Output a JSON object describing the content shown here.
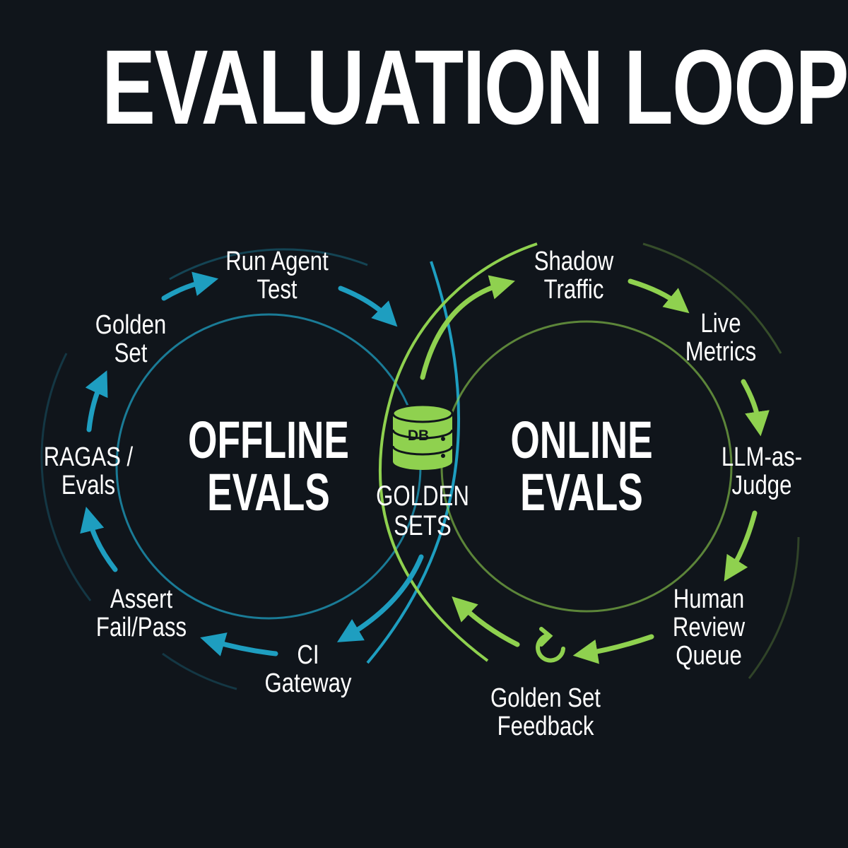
{
  "title": "EVALUATION LOOP",
  "offline": {
    "title_line1": "OFFLINE",
    "title_line2": "EVALS"
  },
  "online": {
    "title_line1": "ONLINE",
    "title_line2": "EVALS"
  },
  "hub": {
    "icon": "database-icon",
    "icon_label": "DB",
    "line1": "GOLDEN",
    "line2": "SETS"
  },
  "offline_steps": [
    {
      "line1": "Run Agent",
      "line2": "Test"
    },
    {
      "line1": "Golden",
      "line2": "Set"
    },
    {
      "line1": "RAGAS /",
      "line2": "Evals"
    },
    {
      "line1": "Assert",
      "line2": "Fail/Pass"
    },
    {
      "line1": "CI",
      "line2": "Gateway"
    }
  ],
  "online_steps": [
    {
      "line1": "Shadow",
      "line2": "Traffic"
    },
    {
      "line1": "Live",
      "line2": "Metrics"
    },
    {
      "line1": "LLM-as-",
      "line2": "Judge"
    },
    {
      "line1": "Human",
      "line2": "Review",
      "line3": "Queue"
    },
    {
      "line1": "Golden Set",
      "line2": "Feedback",
      "icon": "refresh-cycle-icon"
    }
  ],
  "colors": {
    "background": "#10151b",
    "offline_accent": "#1e9ec0",
    "online_accent": "#8fd14f",
    "text": "#ffffff"
  }
}
